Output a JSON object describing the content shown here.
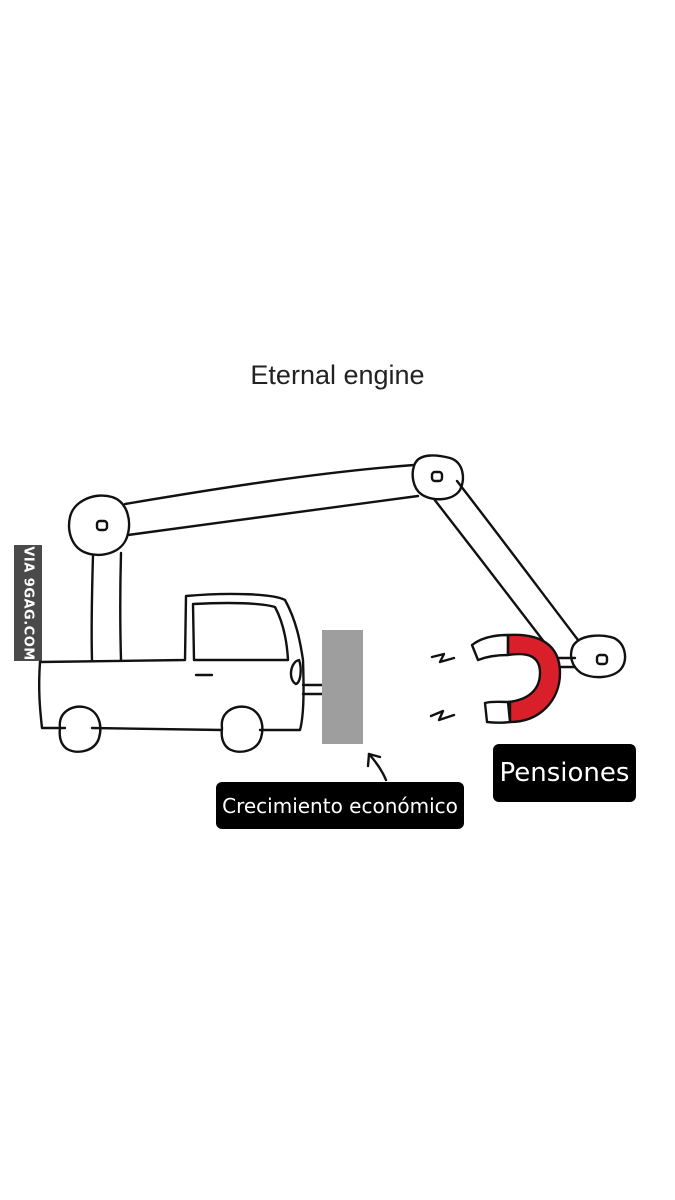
{
  "title": "Eternal engine",
  "watermark": "VIA 9GAG.COM",
  "labels": {
    "growth": "Crecimiento económico",
    "pensions": "Pensiones"
  },
  "colors": {
    "background": "#ffffff",
    "magnet": "#d9202a",
    "block": "#9e9e9e",
    "label_bg": "#000000",
    "label_text": "#ffffff"
  }
}
